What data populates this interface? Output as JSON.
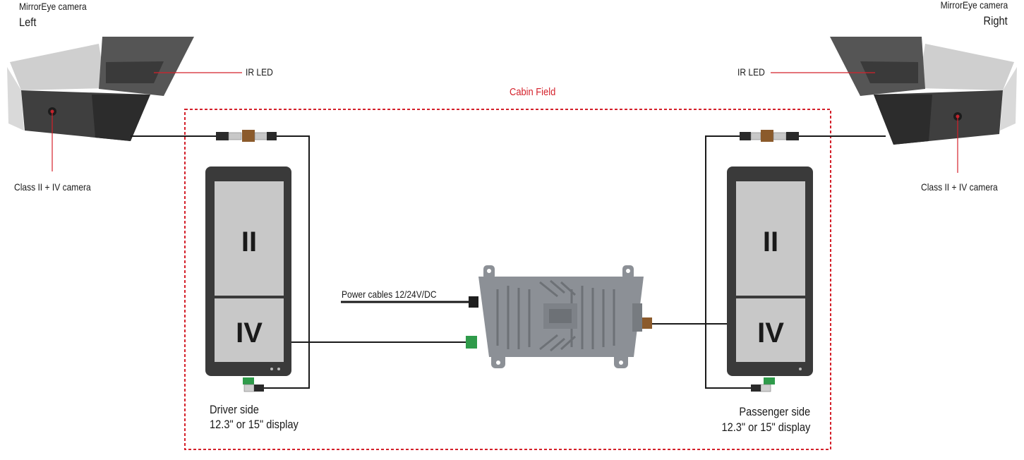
{
  "cabin": {
    "label": "Cabin Field",
    "color": "#d4202a"
  },
  "left_camera": {
    "title": "MirrorEye camera",
    "side": "Left",
    "ir_led": "IR LED",
    "lens_label": "Class II + IV camera"
  },
  "right_camera": {
    "title": "MirrorEye camera",
    "side": "Right",
    "ir_led": "IR LED",
    "lens_label": "Class II + IV camera"
  },
  "driver_display": {
    "class_top": "II",
    "class_bottom": "IV",
    "caption_line1": "Driver side",
    "caption_line2": "12.3\" or 15\" display"
  },
  "passenger_display": {
    "class_top": "II",
    "class_bottom": "IV",
    "caption_line1": "Passenger side",
    "caption_line2": "12.3\" or 15\" display"
  },
  "ecu": {
    "power_label": "Power cables 12/24V/DC"
  },
  "colors": {
    "accent": "#d4202a",
    "display_body": "#3a3a3a",
    "display_screen": "#c8c8c8",
    "ecu_body": "#8c9096",
    "connector_green": "#2f9b4a",
    "connector_brown": "#8b5a2b"
  }
}
